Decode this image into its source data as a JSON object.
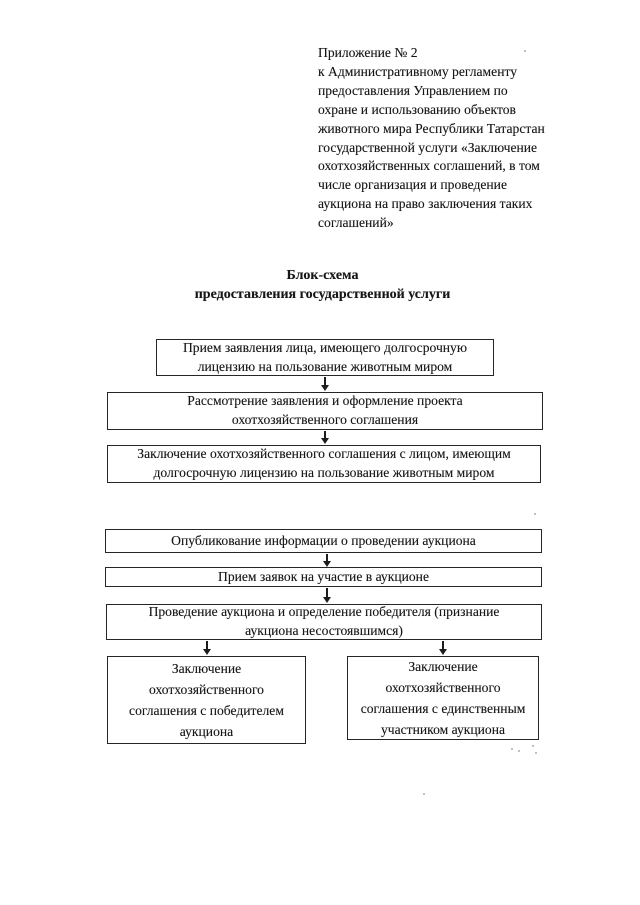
{
  "document": {
    "appendix_note": "Приложение № 2\nк Административному регламенту\nпредоставления Управлением по\nохране и использованию объектов\nживотного мира Республики Татарстан\nгосударственной услуги «Заключение\nохотхозяйственных соглашений, в том\nчисле организация и проведение\nаукциона на право заключения таких\nсоглашений»",
    "title": "Блок-схема\nпредоставления государственной услуги"
  },
  "flowchart": {
    "boxes": [
      {
        "id": "accept-application",
        "text": "Прием заявления лица, имеющего долгосрочную\nлицензию на пользование животным миром"
      },
      {
        "id": "review-application",
        "text": "Рассмотрение заявления и оформление проекта\nохотхозяйственного соглашения"
      },
      {
        "id": "conclude-agreement-license-holder",
        "text": "Заключение охотхозяйственного соглашения с лицом, имеющим\nдолгосрочную лицензию на пользование животным миром"
      },
      {
        "id": "publish-auction-info",
        "text": "Опубликование информации о проведении аукциона"
      },
      {
        "id": "accept-auction-bids",
        "text": "Прием заявок на участие в аукционе"
      },
      {
        "id": "conduct-auction",
        "text": "Проведение аукциона и определение победителя (признание\nаукциона несостоявшимся)"
      },
      {
        "id": "conclude-agreement-winner",
        "text": "Заключение\nохотхозяйственного\nсоглашения с победителем\nаукциона"
      },
      {
        "id": "conclude-agreement-sole-participant",
        "text": "Заключение\nохотхозяйственного\nсоглашения с единственным\nучастником аукциона"
      }
    ]
  }
}
